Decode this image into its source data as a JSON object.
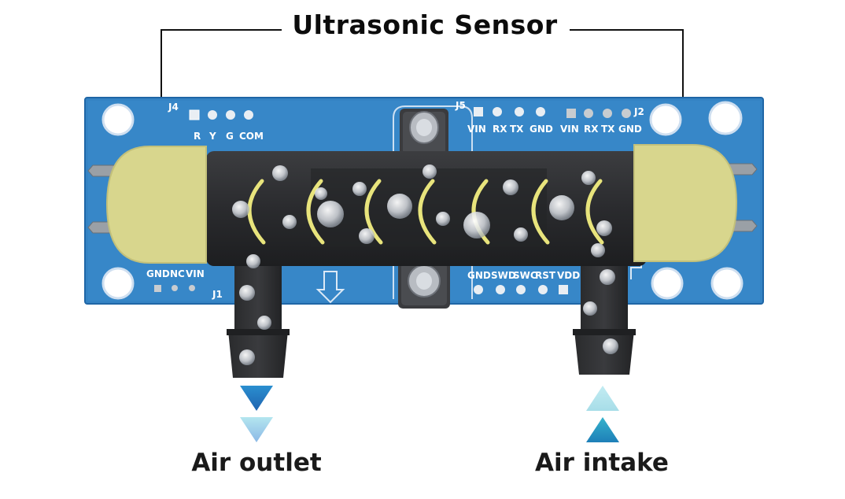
{
  "title": "Ultrasonic Sensor",
  "outlet_label": "Air outlet",
  "intake_label": "Air intake",
  "board": {
    "j4": {
      "label": "J4",
      "pins": [
        "R",
        "Y",
        "G",
        "COM"
      ]
    },
    "j5": {
      "label": "J5",
      "pins": [
        "VIN",
        "RX",
        "TX",
        "GND"
      ]
    },
    "j2": {
      "label": "J2",
      "pins": [
        "VIN",
        "RX",
        "TX",
        "GND"
      ]
    },
    "j1": {
      "label": "J1",
      "pins": [
        "GND",
        "NC",
        "VIN"
      ]
    },
    "swd": {
      "pins": [
        "GND",
        "SWD",
        "SWC",
        "RST",
        "VDD"
      ]
    }
  },
  "colors": {
    "board": "#2f7fc1",
    "board_edge": "#1f66a6",
    "tube": "#2e2f31",
    "transducer": "#d6d58a",
    "wave": "#e6e27a",
    "title_line": "#111111",
    "arrow_dark": "#2777c4",
    "arrow_light": "#a9dbe8",
    "arrow_teal": "#2aa0bf"
  },
  "icons": [
    "down-arrow-icon",
    "up-arrow-icon"
  ]
}
